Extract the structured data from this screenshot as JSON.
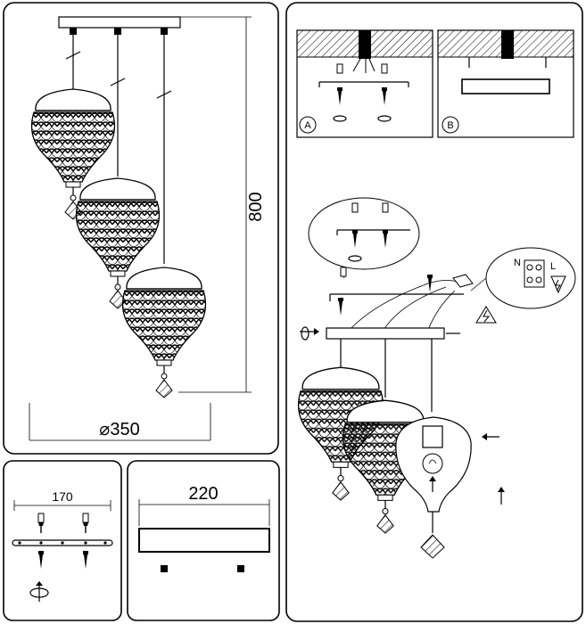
{
  "dimensions": {
    "height": "800",
    "diameter": "⌀350",
    "bracket_spacing": "170",
    "canopy_width": "220"
  },
  "step_labels": {
    "a": "A",
    "b": "B"
  },
  "wiring": {
    "neutral": "N",
    "live": "L"
  }
}
